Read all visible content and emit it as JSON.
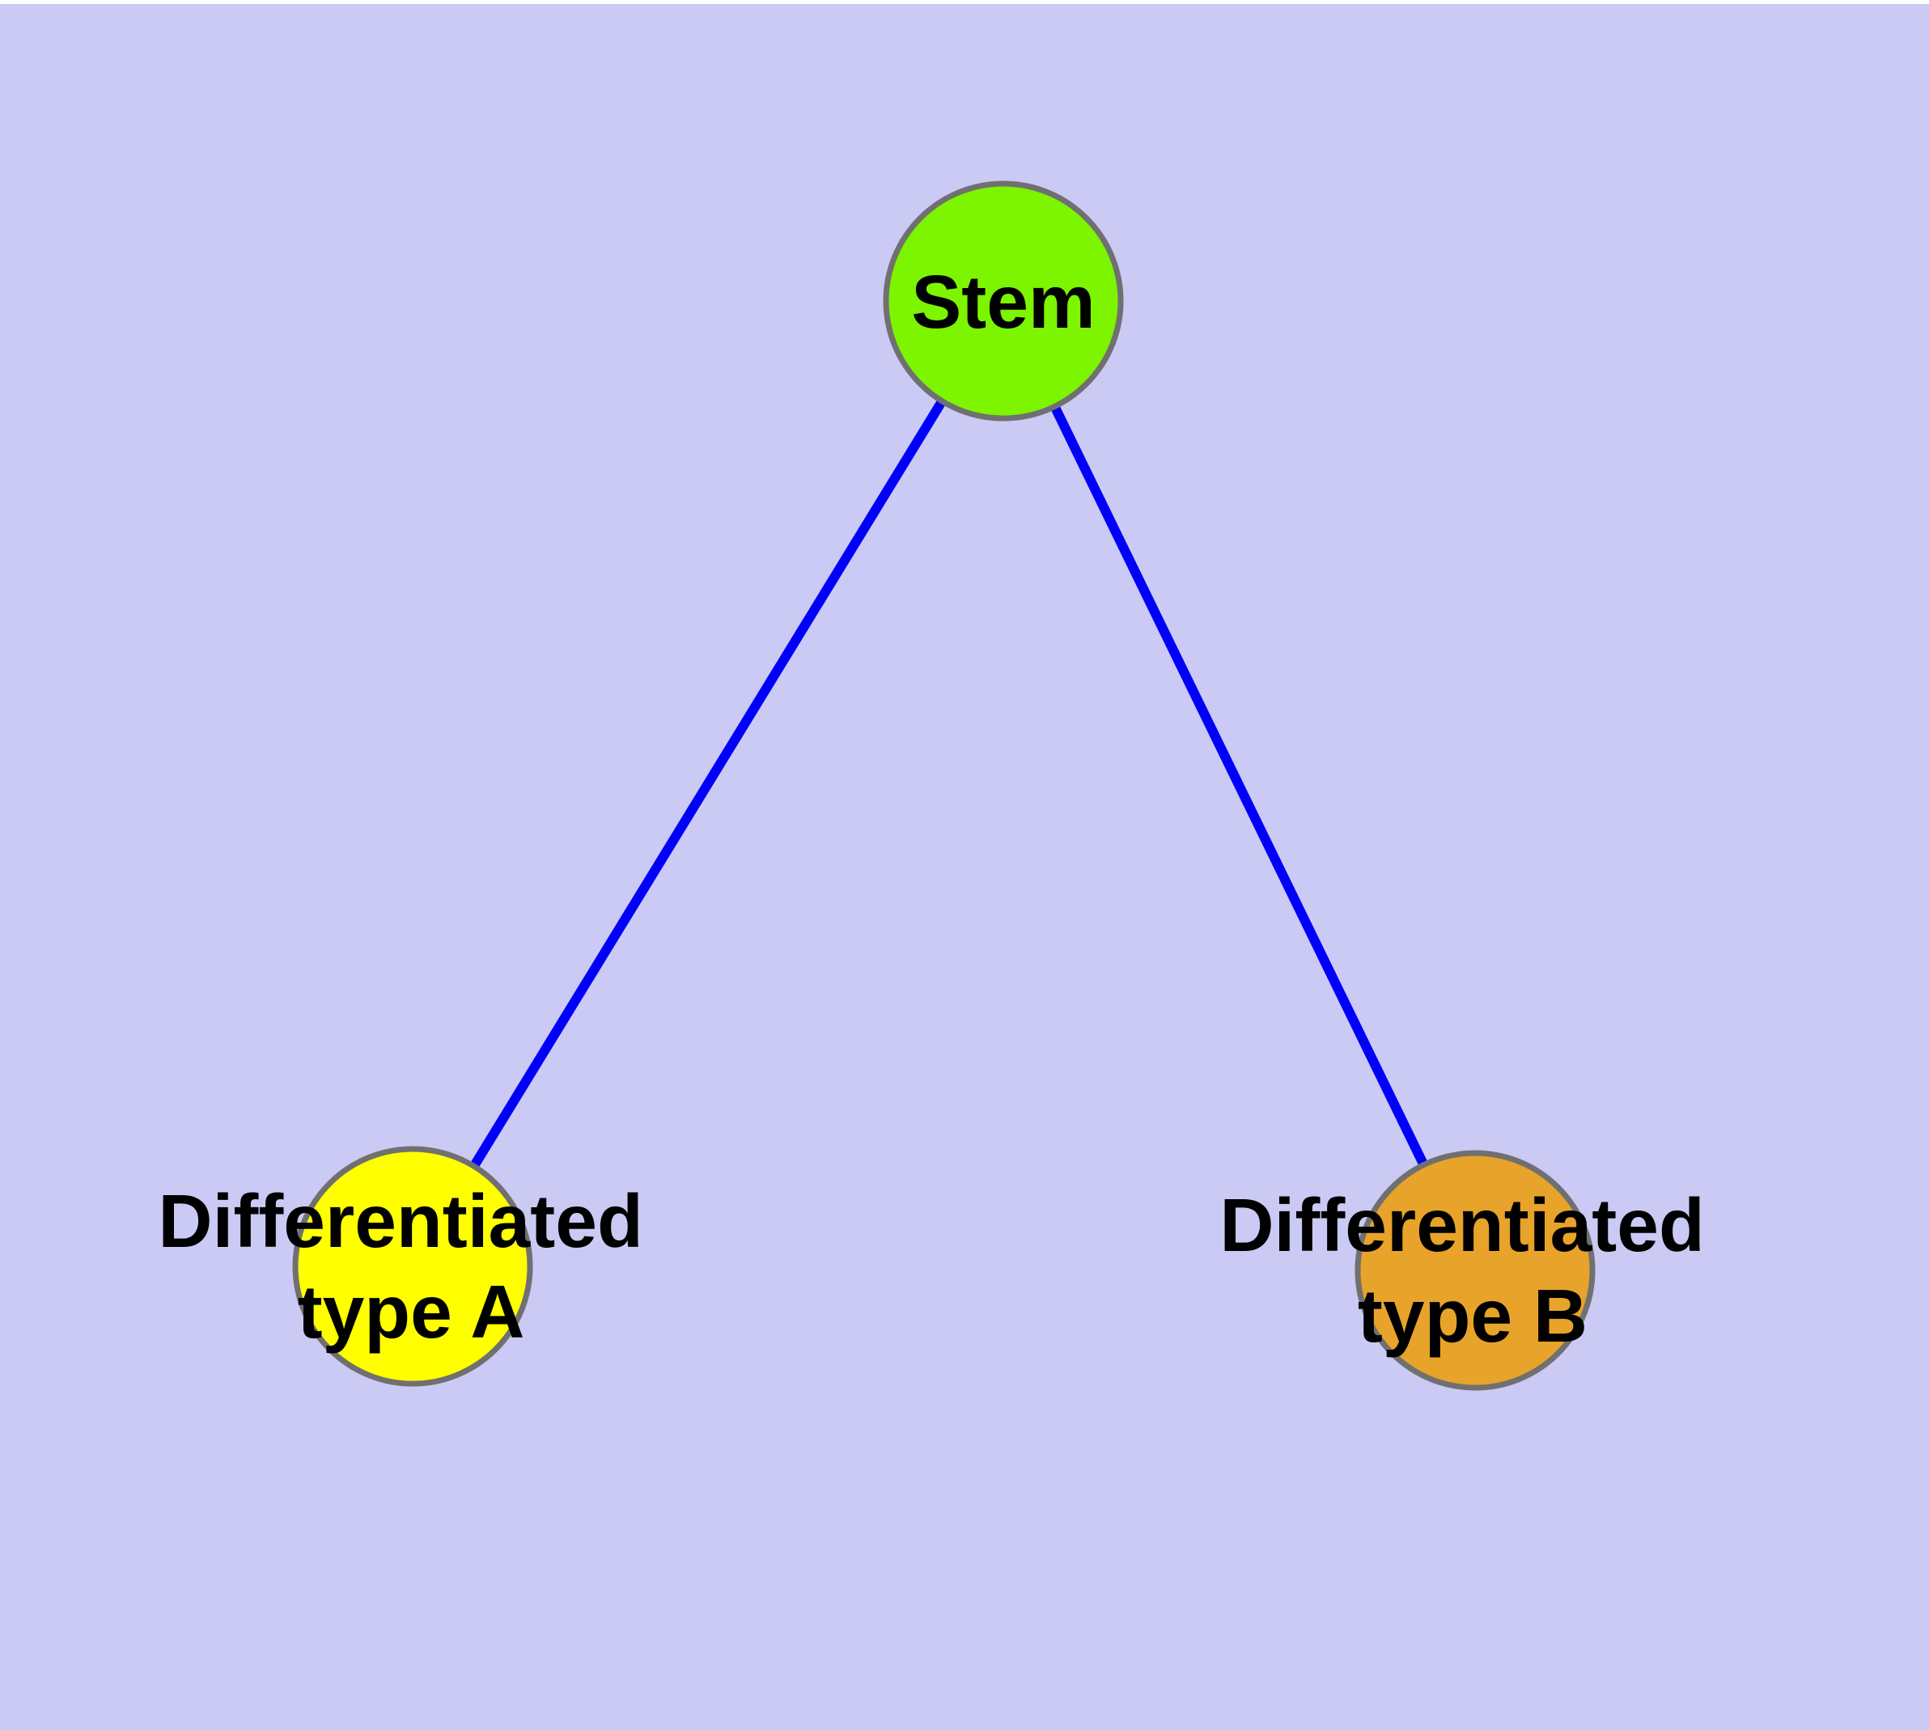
{
  "diagram": {
    "type": "node-link-graph",
    "background_color": "#cacaf4",
    "top_margin_color": "#ffffff",
    "edge_color": "#0000fa",
    "node_border_color": "#707070",
    "label_color": "#000000",
    "nodes": [
      {
        "id": "stem",
        "label": "Stem",
        "label_line_1": "Stem",
        "fill": "#7df400"
      },
      {
        "id": "differentiated-type-a",
        "label": "Differentiated type A",
        "label_line_1": "Differentiated",
        "label_line_2": "type A",
        "fill": "#ffff00"
      },
      {
        "id": "differentiated-type-b",
        "label": "Differentiated type B",
        "label_line_1": "Differentiated",
        "label_line_2": "type B",
        "fill": "#e8a32a"
      }
    ],
    "edges": [
      {
        "from": "Stem",
        "to": "Differentiated type A"
      },
      {
        "from": "Stem",
        "to": "Differentiated type B"
      }
    ]
  }
}
